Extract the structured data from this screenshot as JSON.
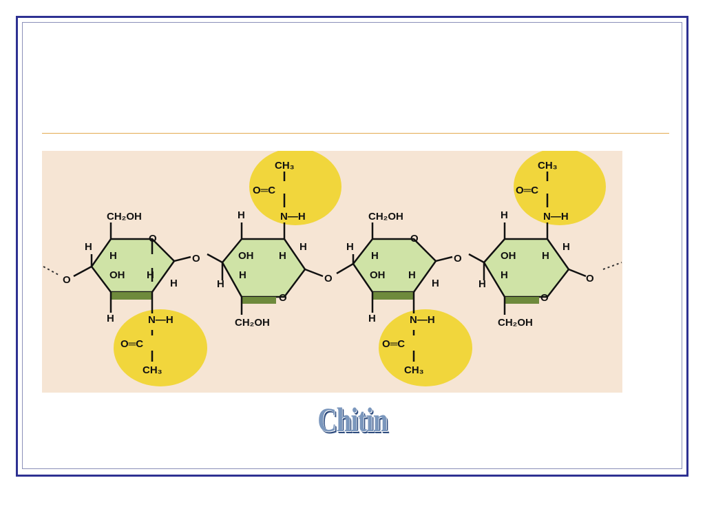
{
  "caption": "Chitin",
  "labels": {
    "ch2oh": "CH₂OH",
    "ch3": "CH₃",
    "oh": "OH",
    "h": "H",
    "o": "O",
    "nh": "N—H",
    "oc": "O═C"
  },
  "colors": {
    "frame": "#2e3192",
    "rule": "#e3a94f",
    "figure_bg": "#f6e5d4",
    "ring_fill": "#cfe3a6",
    "ring_edge": "#6e8a3c",
    "acetyl_highlight": "#f1d63c",
    "caption": "#7b97bd"
  }
}
